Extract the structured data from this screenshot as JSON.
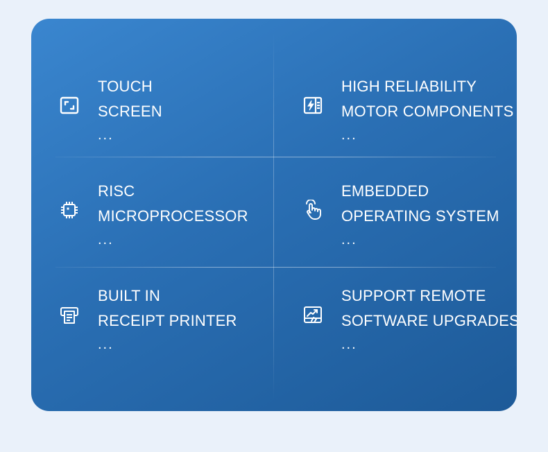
{
  "features": [
    {
      "line1": "TOUCH",
      "line2": "SCREEN",
      "more": "...",
      "icon": "touch-screen-icon"
    },
    {
      "line1": "HIGH RELIABILITY",
      "line2": "MOTOR COMPONENTS",
      "more": "...",
      "icon": "motor-components-icon"
    },
    {
      "line1": "RISC",
      "line2": "MICROPROCESSOR",
      "more": "...",
      "icon": "microprocessor-chip-icon"
    },
    {
      "line1": "EMBEDDED",
      "line2": "OPERATING SYSTEM",
      "more": "...",
      "icon": "hand-pointer-icon"
    },
    {
      "line1": "BUILT IN",
      "line2": "RECEIPT PRINTER",
      "more": "...",
      "icon": "receipt-printer-icon"
    },
    {
      "line1": "SUPPORT REMOTE",
      "line2": "SOFTWARE UPGRADES",
      "more": "...",
      "icon": "software-upgrade-icon"
    }
  ],
  "colors": {
    "background": "#eaf1fa",
    "panel_start": "#3a86cf",
    "panel_end": "#1d5a98",
    "text": "#ffffff"
  }
}
